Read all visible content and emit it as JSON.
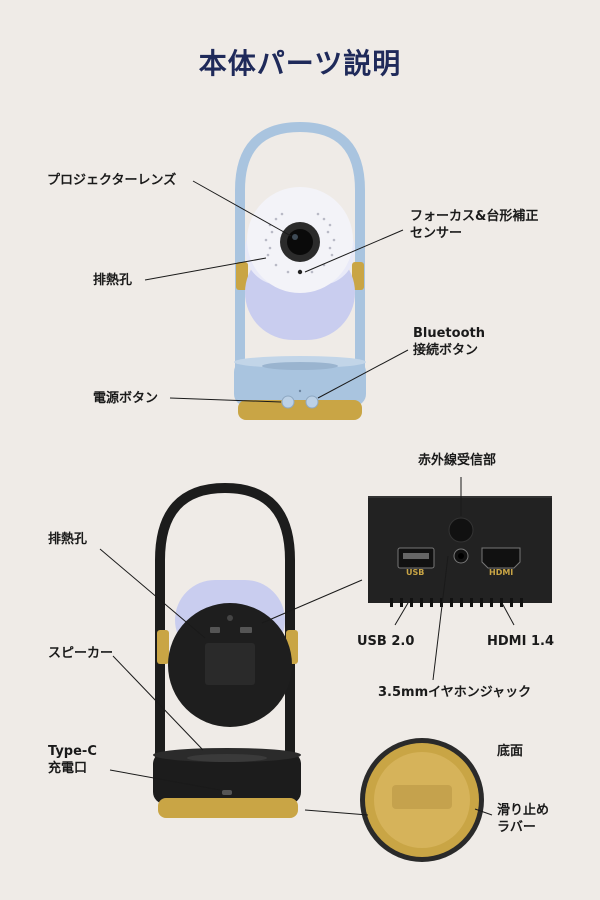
{
  "header": {
    "title": "本体パーツ説明"
  },
  "top_section": {
    "labels": {
      "lens": "プロジェクターレンズ",
      "focus_line1": "フォーカス&台形補正",
      "focus_line2": "センサー",
      "vent": "排熱孔",
      "bt_line1": "Bluetooth",
      "bt_line2": "接続ボタン",
      "power": "電源ボタン"
    }
  },
  "bottom_section": {
    "labels": {
      "ir": "赤外線受信部",
      "vent": "排熱孔",
      "speaker": "スピーカー",
      "usb": "USB 2.0",
      "hdmi": "HDMI 1.4",
      "audio": "3.5mmイヤホンジャック",
      "typec_line1": "Type-C",
      "typec_line2": "充電口",
      "bottom": "底面",
      "rubber_line1": "滑り止め",
      "rubber_line2": "ラバー"
    },
    "port_panel": {
      "usb_tag": "USB",
      "hdmi_tag": "HDMI"
    }
  },
  "colors": {
    "background": "#efebe7",
    "title": "#1f2a5a",
    "device_blue": "#a9c4df",
    "device_black": "#1c1c1c",
    "gold": "#c9a545"
  }
}
